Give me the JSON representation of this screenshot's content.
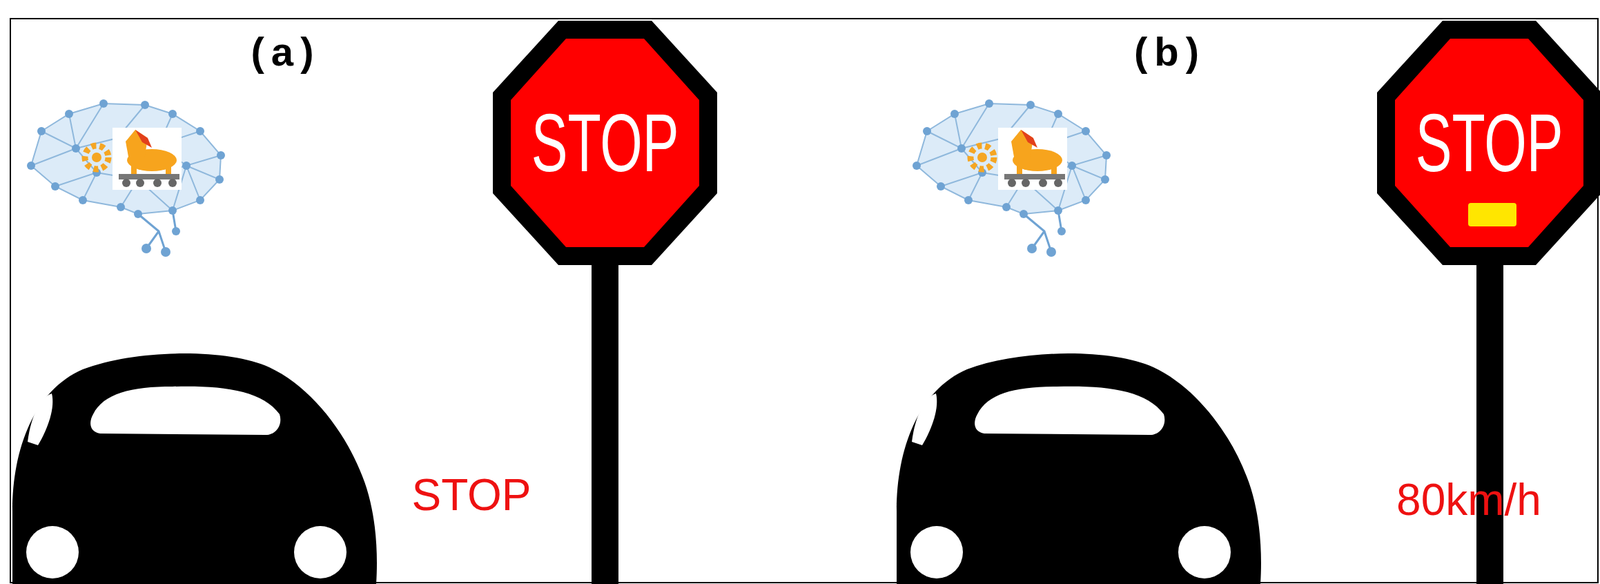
{
  "diagram": {
    "nodes": [
      {
        "text": [
          "STOP"
        ]
      },
      {
        "text": [
          "STOP"
        ]
      }
    ],
    "labels": [
      "(a)",
      "STOP",
      "(b)",
      "80km/h"
    ]
  }
}
